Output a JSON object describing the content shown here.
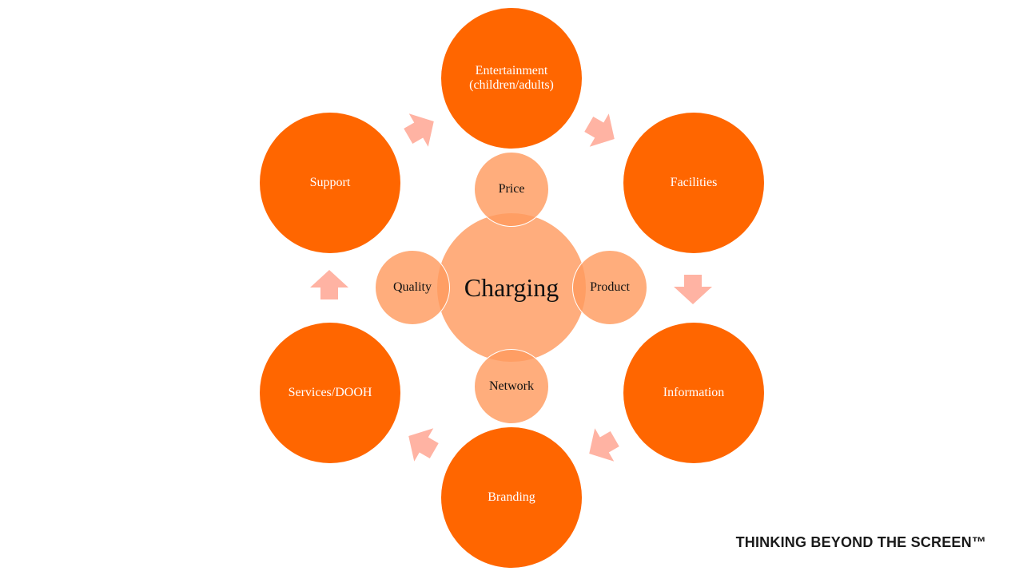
{
  "diagram": {
    "center": {
      "label": "Charging"
    },
    "inner_nodes": {
      "price": "Price",
      "product": "Product",
      "network": "Network",
      "quality": "Quality"
    },
    "outer_nodes": {
      "entertainment": "Entertainment\n(children/adults)",
      "facilities": "Facilities",
      "information": "Information",
      "branding": "Branding",
      "services": "Services/DOOH",
      "support": "Support"
    },
    "colors": {
      "outer_fill": "#ff6600",
      "inner_fill": "#ff9b5f",
      "arrow_fill": "#ffb3a3"
    }
  },
  "footer": {
    "tagline": "THINKING BEYOND THE SCREEN™"
  }
}
